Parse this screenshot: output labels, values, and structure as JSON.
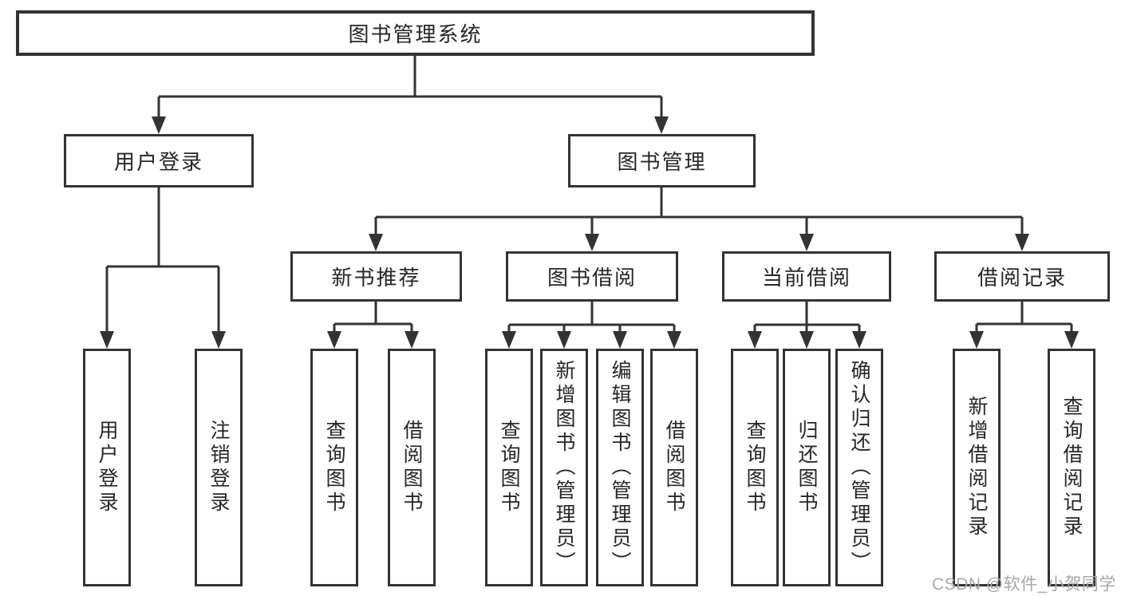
{
  "diagram": {
    "root": "图书管理系统",
    "branches": {
      "user_login": {
        "label": "用户登录",
        "children": [
          "用户登录",
          "注销登录"
        ]
      },
      "book_management": {
        "label": "图书管理",
        "sections": {
          "new_book_recommend": {
            "label": "新书推荐",
            "children": [
              "查询图书",
              "借阅图书"
            ]
          },
          "book_borrow": {
            "label": "图书借阅",
            "children": [
              "查询图书",
              "新增图书（管理员）",
              "编辑图书（管理员）",
              "借阅图书"
            ]
          },
          "current_borrow": {
            "label": "当前借阅",
            "children": [
              "查询图书",
              "归还图书",
              "确认归还（管理员）"
            ]
          },
          "borrow_records": {
            "label": "借阅记录",
            "children": [
              "新增借阅记录",
              "查询借阅记录"
            ]
          }
        }
      }
    }
  },
  "watermark": "CSDN @软件_小贺同学",
  "colors": {
    "line": "#333333",
    "text": "#262626",
    "watermark": "#a8a8a8",
    "background": "#ffffff"
  }
}
